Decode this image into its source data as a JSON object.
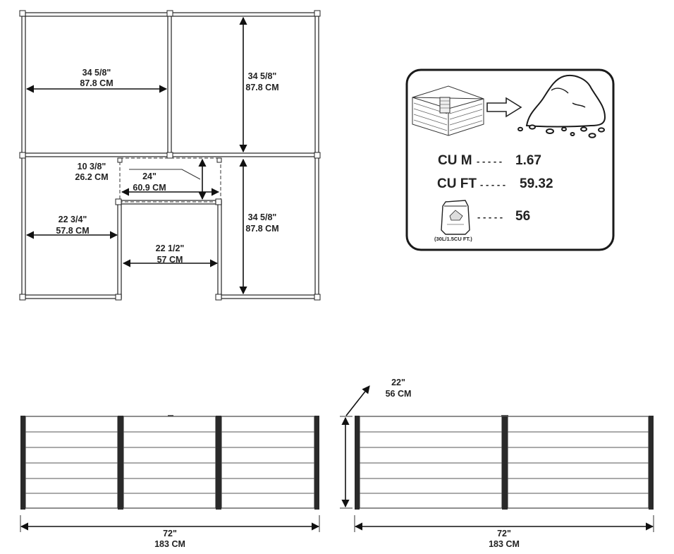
{
  "plan": {
    "top_left_width": {
      "in": "34 5/8\"",
      "cm": "87.8 CM"
    },
    "top_right_depth": {
      "in": "34 5/8\"",
      "cm": "87.8 CM"
    },
    "notch_depth": {
      "in": "10 3/8\"",
      "cm": "26.2 CM"
    },
    "notch_width": {
      "in": "24\"",
      "cm": "60.9 CM"
    },
    "left_arm_width": {
      "in": "22 3/4\"",
      "cm": "57.8 CM"
    },
    "opening_width": {
      "in": "22 1/2\"",
      "cm": "57 CM"
    },
    "bottom_right_depth": {
      "in": "34 5/8\"",
      "cm": "87.8 CM"
    }
  },
  "volume": {
    "cu_m_label": "CU M",
    "cu_m_dashes": "- - - - -",
    "cu_m_value": "1.67",
    "cu_ft_label": "CU FT",
    "cu_ft_dashes": "- - - - -",
    "cu_ft_value": "59.32",
    "bags_dashes": "- - - - -",
    "bags_value": "56",
    "bag_size": "(30L/1.5CU FT.)"
  },
  "elevation": {
    "left_length": {
      "in": "72\"",
      "cm": "183 CM"
    },
    "right_length": {
      "in": "72\"",
      "cm": "183 CM"
    },
    "height": {
      "in": "22\"",
      "cm": "56 CM"
    }
  },
  "colors": {
    "line": "#111111",
    "panel": "#333333",
    "post": "#2a2a2a"
  }
}
